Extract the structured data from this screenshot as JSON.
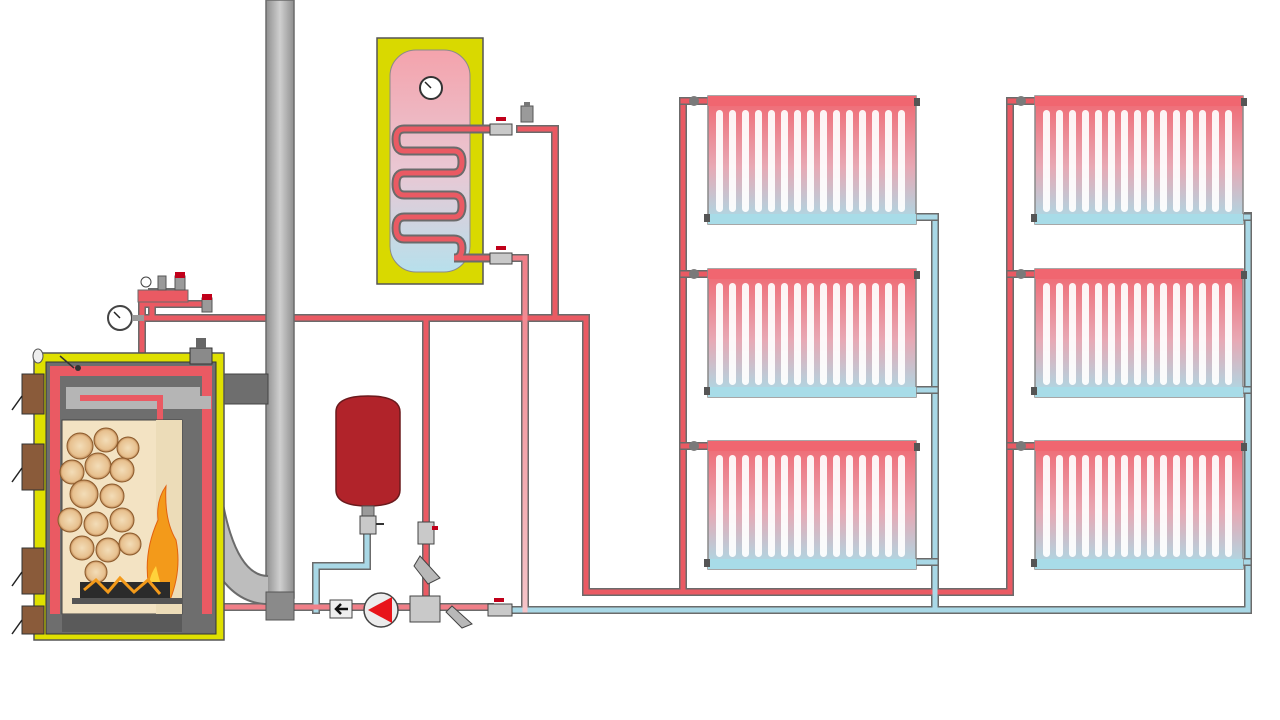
{
  "diagram": {
    "kind": "solid-fuel-boiler-heating-scheme",
    "colors": {
      "supply_pipe": "#ea5a63",
      "return_pipe": "#a9d8e6",
      "chimney": "#a6a6a6",
      "boiler_jacket": "#dfe000",
      "boiler_body": "#6e6e6e",
      "tank_jacket": "#d9d900",
      "expansion_tank": "#b1232a",
      "pump": "#e8141a",
      "valve_handle": "#c0001a",
      "radiator_hot": "#f06670",
      "radiator_cold": "#a8dce8"
    },
    "components": [
      {
        "name": "boiler",
        "icon": "solid-fuel-boiler-icon"
      },
      {
        "name": "chimney",
        "icon": "chimney-icon"
      },
      {
        "name": "indirect-water-heater",
        "icon": "boiler-tank-icon"
      },
      {
        "name": "expansion-tank",
        "icon": "expansion-tank-icon"
      },
      {
        "name": "circulation-pump",
        "icon": "pump-icon"
      },
      {
        "name": "strainer",
        "icon": "filter-icon"
      },
      {
        "name": "safety-group",
        "icon": "safety-group-icon"
      },
      {
        "name": "radiator",
        "icon": "radiator-icon",
        "count": 6
      }
    ]
  }
}
